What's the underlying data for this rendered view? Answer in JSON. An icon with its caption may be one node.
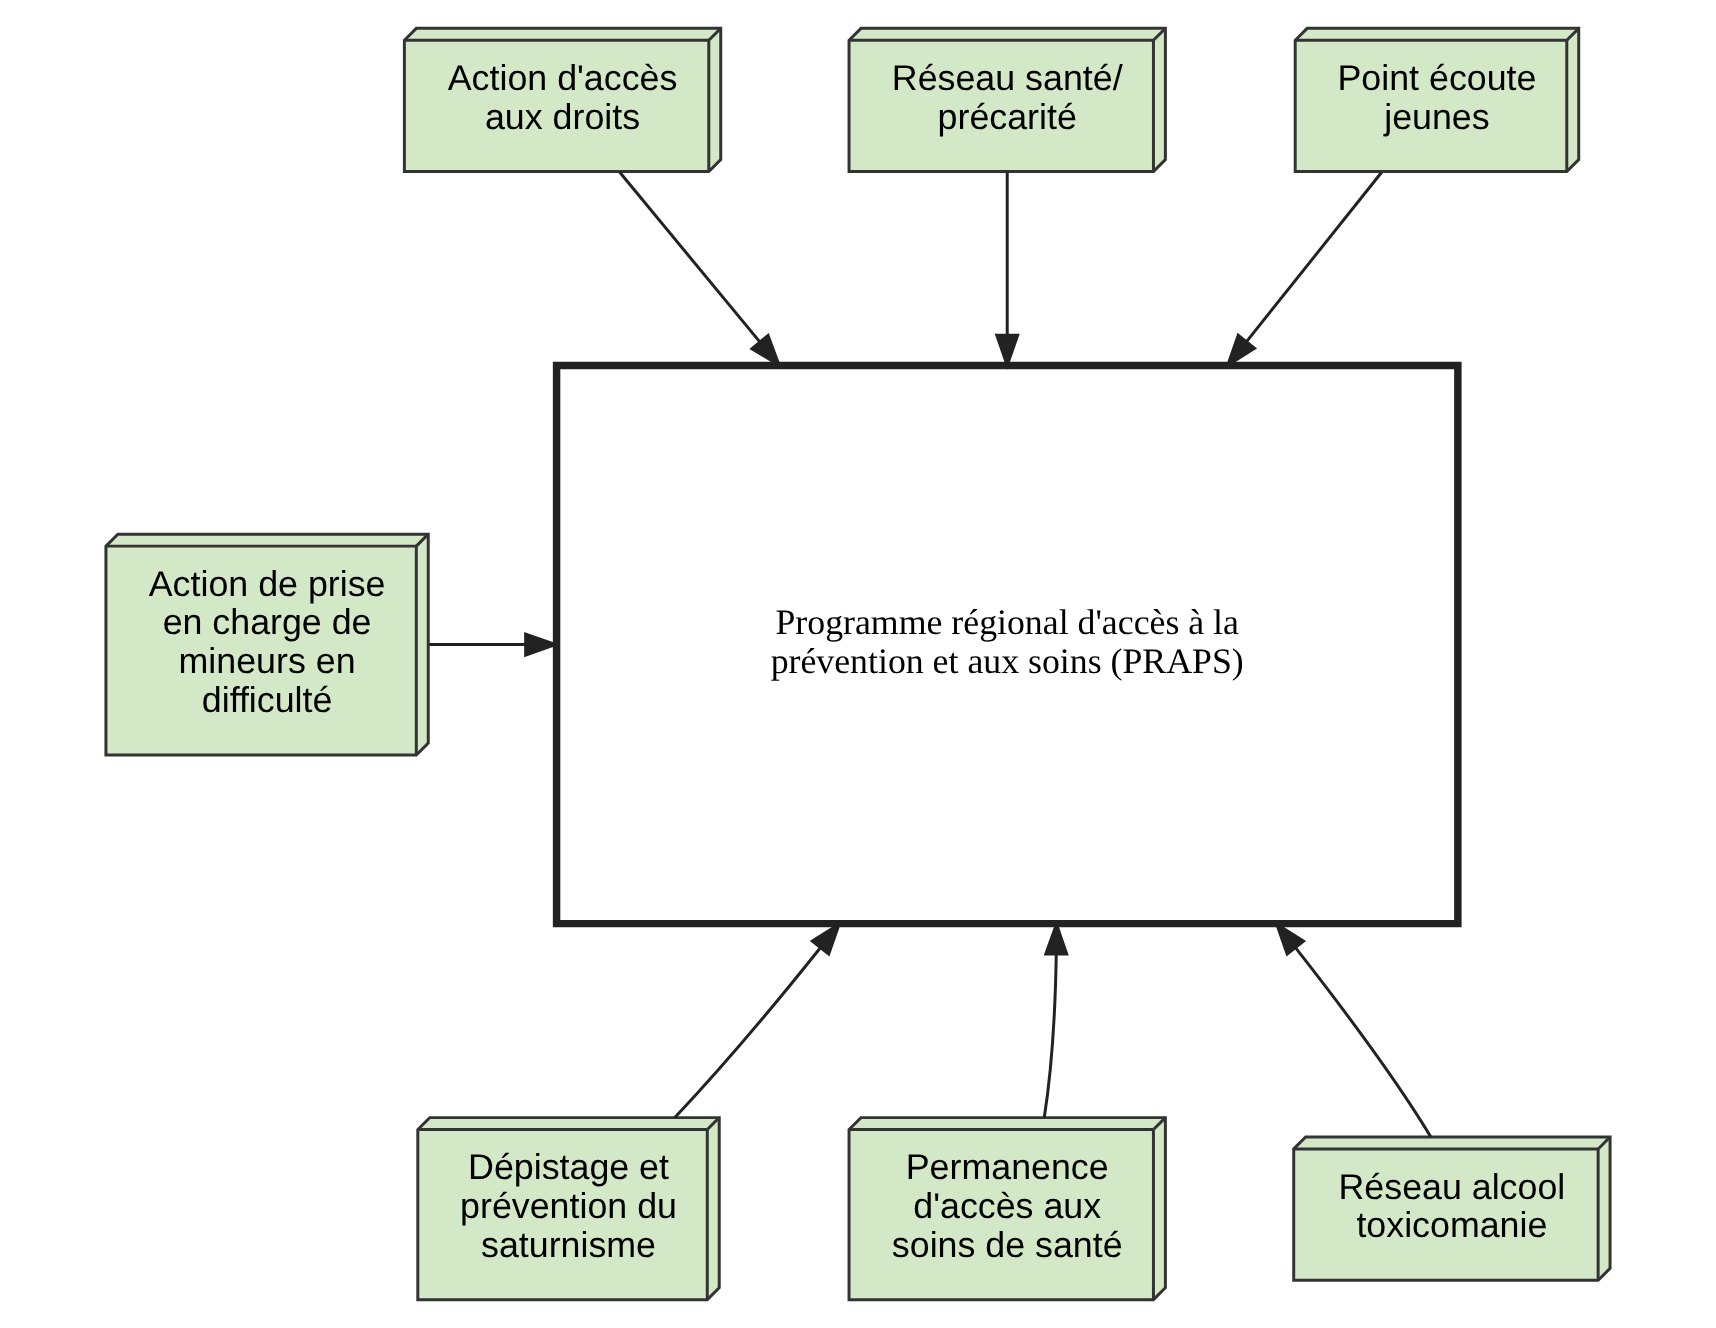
{
  "diagram": {
    "nodes": [
      {
        "text": [
          "Action d'accès aux droits"
        ]
      },
      {
        "text": [
          "Réseau santé/ précarité"
        ]
      },
      {
        "text": [
          "Point écoute jeunes"
        ]
      },
      {
        "text": [
          "Programme régional d'accès à la prévention et aux soins (PRAPS)"
        ]
      },
      {
        "text": [
          "Action de prise en charge de mineurs en difficulté"
        ]
      },
      {
        "text": [
          "Dépistage et prévention du saturnisme"
        ]
      },
      {
        "text": [
          "Permanence d'accès aux soins de santé"
        ]
      },
      {
        "text": [
          "Réseau alcool toxicomanie"
        ]
      }
    ],
    "edges": [
      {
        "from": 0,
        "to": 3,
        "arrow": "to"
      },
      {
        "from": 1,
        "to": 3,
        "arrow": "to"
      },
      {
        "from": 2,
        "to": 3,
        "arrow": "to"
      },
      {
        "from": 4,
        "to": 3,
        "arrow": "to"
      },
      {
        "from": 5,
        "to": 3,
        "arrow": "to"
      },
      {
        "from": 6,
        "to": 3,
        "arrow": "to"
      },
      {
        "from": 7,
        "to": 3,
        "arrow": "to"
      }
    ]
  }
}
